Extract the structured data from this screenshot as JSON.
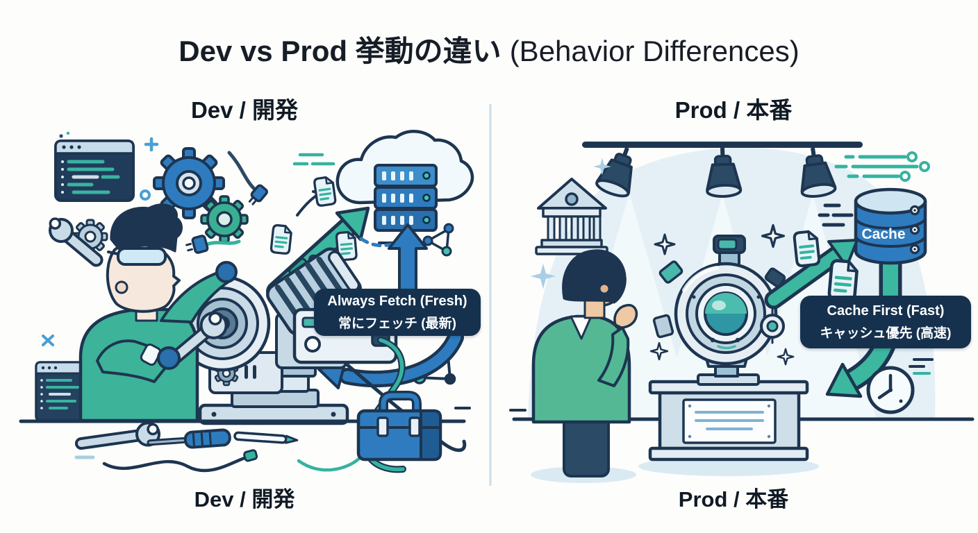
{
  "title": {
    "main": "Dev vs Prod 挙動の違い",
    "sub": "(Behavior Differences)"
  },
  "dev_panel": {
    "heading": "Dev / 開発",
    "badge_line1": "Always Fetch (Fresh)",
    "badge_line2": "常にフェッチ (最新)",
    "footer": "Dev / 開発"
  },
  "prod_panel": {
    "heading": "Prod / 本番",
    "badge_line1": "Cache First (Fast)",
    "badge_line2": "キャッシュ優先 (高速)",
    "cache_label": "Cache",
    "footer": "Prod / 本番"
  },
  "colors": {
    "outline_navy": "#1d3550",
    "blue": "#2e7cbf",
    "teal": "#35b3a0",
    "green_shirt": "#3db39a",
    "green_jacket": "#54b894",
    "badge_bg": "#15314e",
    "light_blue": "#cfe6f2",
    "dome_bg": "#e4f0f6"
  }
}
